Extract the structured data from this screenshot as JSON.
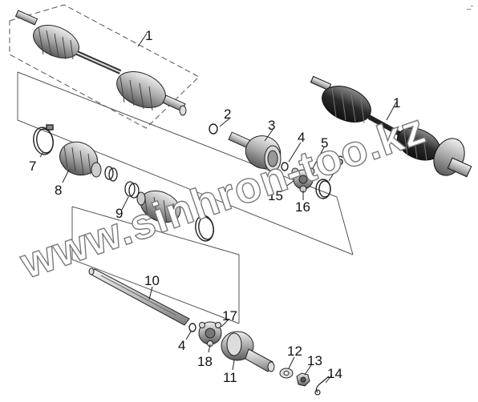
{
  "watermark": "www.sinhron-too.kz",
  "corner_mark": "_-",
  "callouts": {
    "c1a": "1",
    "c1b": "1",
    "c2": "2",
    "c3": "3",
    "c4a": "4",
    "c4b": "4",
    "c5": "5",
    "c6": "6",
    "c7": "7",
    "c8": "8",
    "c9": "9",
    "c10": "10",
    "c11": "11",
    "c12": "12",
    "c13": "13",
    "c14": "14",
    "c15": "15",
    "c16": "16",
    "c17": "17",
    "c18": "18"
  }
}
